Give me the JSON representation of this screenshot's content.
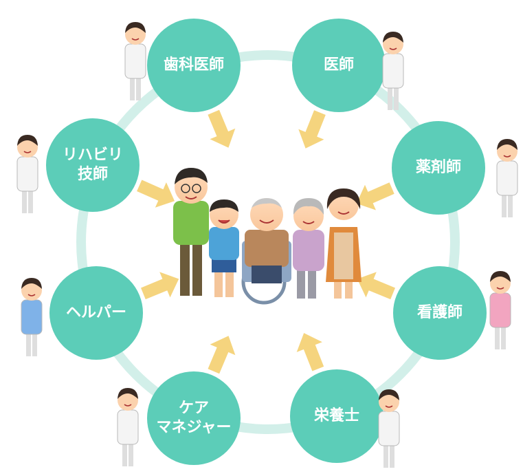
{
  "colors": {
    "node": "#5ccdb8",
    "ring": "#d2efe9",
    "arrow": "#f5d47e",
    "label": "#ffffff"
  },
  "center": {
    "icon": "family-with-elderly-in-wheelchair"
  },
  "roles": [
    {
      "id": "dentist",
      "label": "歯科医師",
      "icon": "dentist-icon"
    },
    {
      "id": "doctor",
      "label": "医師",
      "icon": "doctor-icon"
    },
    {
      "id": "pharmacist",
      "label": "薬剤師",
      "icon": "pharmacist-icon"
    },
    {
      "id": "nurse",
      "label": "看護師",
      "icon": "nurse-icon"
    },
    {
      "id": "nutritionist",
      "label": "栄養士",
      "icon": "nutritionist-icon"
    },
    {
      "id": "care-manager",
      "label": "ケア\nマネジャー",
      "icon": "care-manager-icon"
    },
    {
      "id": "helper",
      "label": "ヘルパー",
      "icon": "helper-icon"
    },
    {
      "id": "rehab",
      "label": "リハビリ\n技師",
      "icon": "rehab-technician-icon"
    }
  ]
}
